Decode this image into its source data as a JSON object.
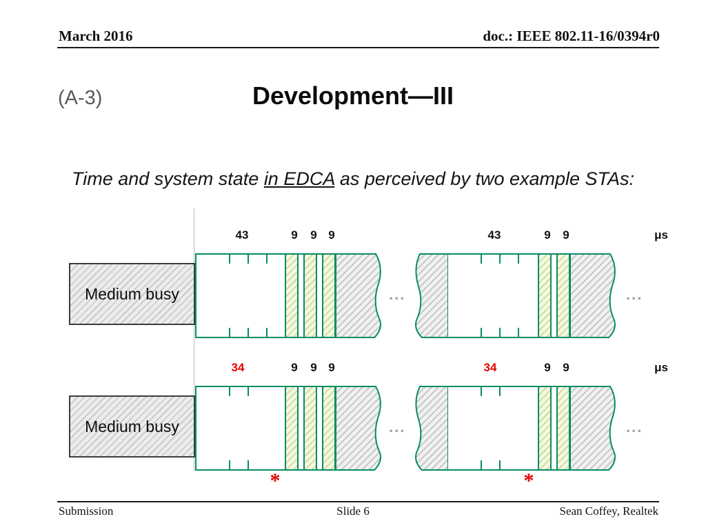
{
  "header": {
    "date": "March 2016",
    "doc_number": "doc.: IEEE 802.11-16/0394r0"
  },
  "title_block": {
    "side_label": "(A-3)",
    "title": "Development—III"
  },
  "subtitle": {
    "part1": "Time and system state ",
    "emphasis": "in EDCA",
    "part2": " as perceived by two example STAs:"
  },
  "diagram": {
    "unit": "μs",
    "ellipsis": "...",
    "rows": [
      {
        "medium_label": "Medium busy",
        "left_group": {
          "wait": "43",
          "slots": [
            "9",
            "9",
            "9"
          ]
        },
        "right_group": {
          "wait": "43",
          "slots": [
            "9",
            "9"
          ]
        }
      },
      {
        "medium_label": "Medium busy",
        "left_group": {
          "wait": "34",
          "slots": [
            "9",
            "9",
            "9"
          ]
        },
        "right_group": {
          "wait": "34",
          "slots": [
            "9",
            "9"
          ]
        },
        "star": "*"
      }
    ]
  },
  "footer": {
    "left": "Submission",
    "center": "Slide 6",
    "right": "Sean Coffey, Realtek"
  },
  "colors": {
    "accent_green": "#058c65",
    "highlight_red": "#e60000",
    "hatch_gray": "#bdbdbd"
  }
}
